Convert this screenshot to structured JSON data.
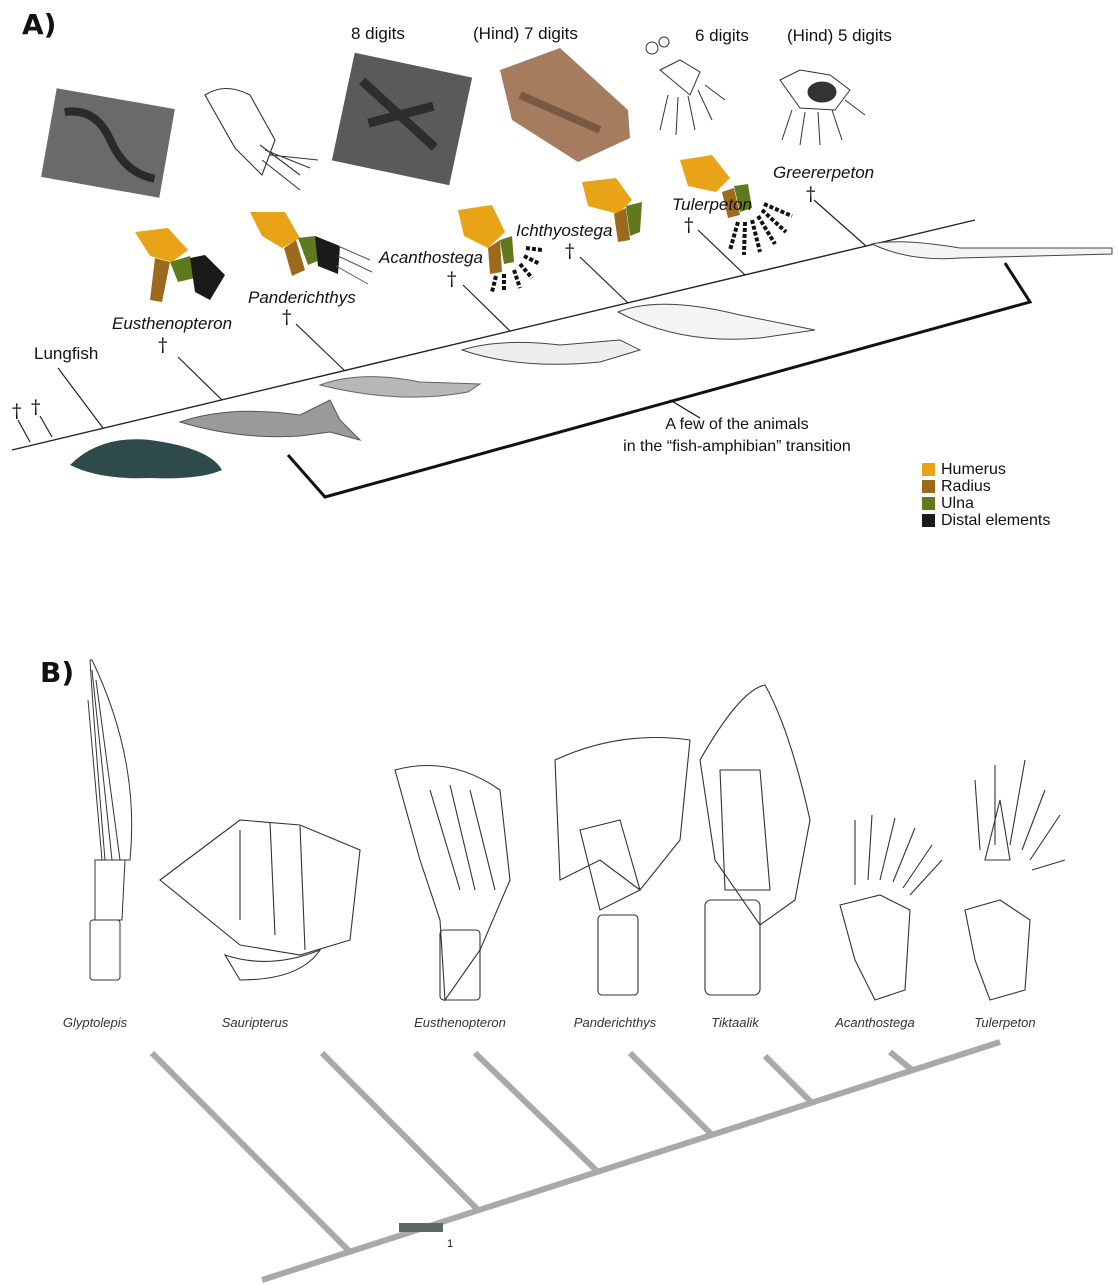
{
  "panel_a": {
    "label": "A)",
    "digit_labels": [
      "8 digits",
      "(Hind) 7 digits",
      "6 digits",
      "(Hind) 5 digits"
    ],
    "dagger": "†",
    "taxa": [
      "Lungfish",
      "Eusthenopteron",
      "Panderichthys",
      "Acanthostega",
      "Ichthyostega",
      "Tulerpeton",
      "Greererpeton"
    ],
    "annotation": [
      "A few of the animals",
      "in the “fish-amphibian” transition"
    ],
    "legend": [
      {
        "label": "Humerus",
        "color": "#e8a317"
      },
      {
        "label": "Radius",
        "color": "#9c6a1c"
      },
      {
        "label": "Ulna",
        "color": "#5e7a1c"
      },
      {
        "label": "Distal elements",
        "color": "#1a1a1a"
      }
    ]
  },
  "panel_b": {
    "label": "B)",
    "taxa": [
      "Glyptolepis",
      "Sauripterus",
      "Eusthenopteron",
      "Panderichthys",
      "Tiktaalik",
      "Acanthostega",
      "Tulerpeton"
    ],
    "scale_label": "1"
  }
}
